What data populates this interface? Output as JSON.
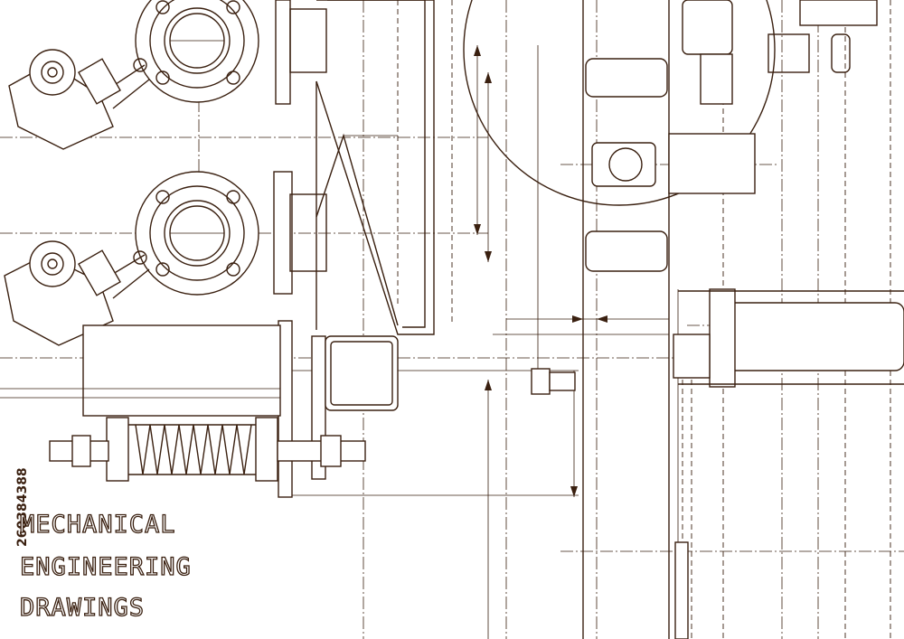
{
  "title_lines": [
    "MECHANICAL",
    "ENGINEERING",
    "DRAWINGS"
  ],
  "stock_id": "260384388",
  "colors": {
    "line": "#3a2010",
    "background": "#ffffff"
  }
}
